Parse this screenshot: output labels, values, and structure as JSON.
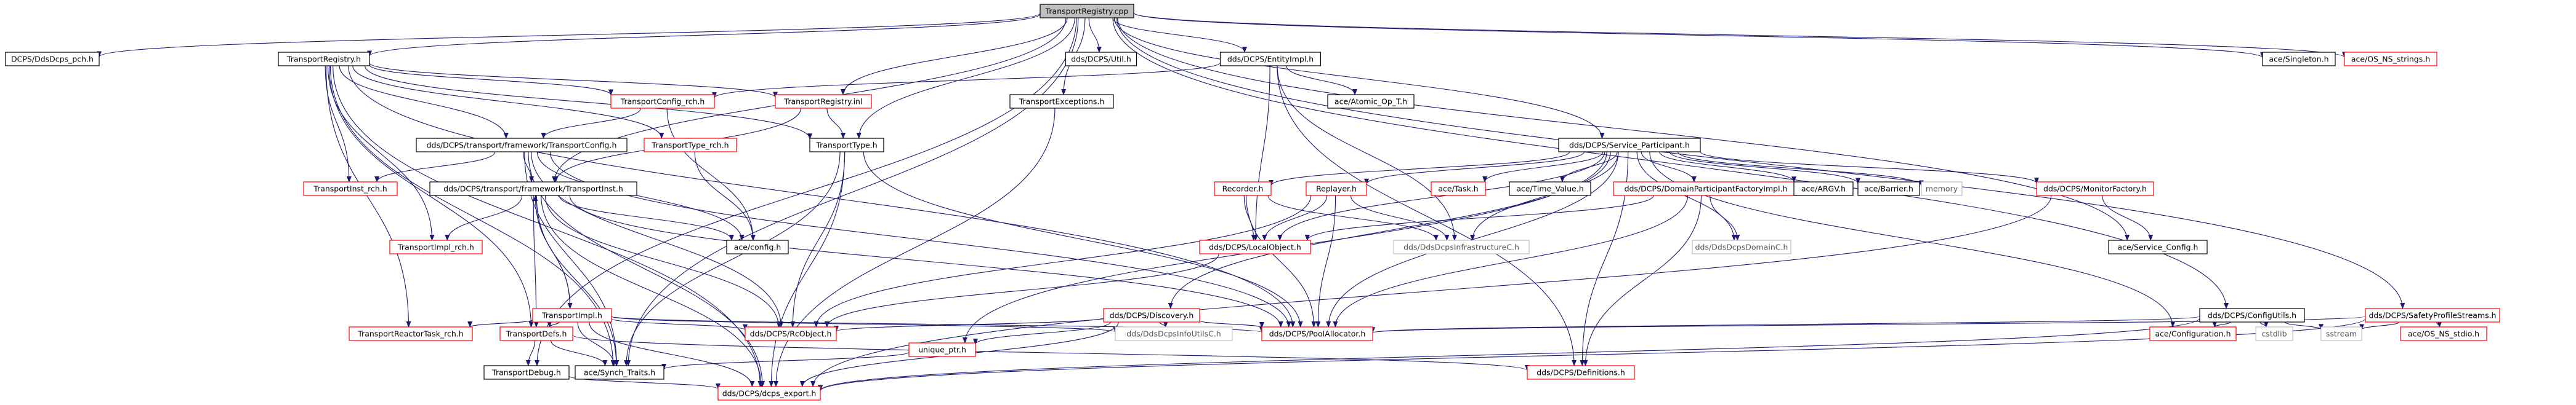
{
  "colors": {
    "edge": "#191970",
    "root_fill": "#bfbfbf",
    "root_stroke": "#000000",
    "linked_stroke": "#000000",
    "missing_stroke": "#ff0000",
    "external_stroke": "#bfbfbf",
    "text": "#000000",
    "text_external": "#555555"
  },
  "nodes": {
    "root": {
      "label": "TransportRegistry.cpp",
      "kind": "root"
    },
    "pch": {
      "label": "DCPS/DdsDcps_pch.h",
      "kind": "linked"
    },
    "reg_h": {
      "label": "TransportRegistry.h",
      "kind": "linked"
    },
    "util": {
      "label": "dds/DCPS/Util.h",
      "kind": "linked"
    },
    "entity": {
      "label": "dds/DCPS/EntityImpl.h",
      "kind": "linked"
    },
    "singleton": {
      "label": "ace/Singleton.h",
      "kind": "linked"
    },
    "os_ns_strings": {
      "label": "ace/OS_NS_strings.h",
      "kind": "missing"
    },
    "config_rch": {
      "label": "TransportConfig_rch.h",
      "kind": "missing"
    },
    "reg_inl": {
      "label": "TransportRegistry.inl",
      "kind": "missing"
    },
    "exceptions": {
      "label": "TransportExceptions.h",
      "kind": "linked"
    },
    "atomic": {
      "label": "ace/Atomic_Op_T.h",
      "kind": "linked"
    },
    "tconfig": {
      "label": "dds/DCPS/transport/framework/TransportConfig.h",
      "kind": "linked"
    },
    "ttype_rch": {
      "label": "TransportType_rch.h",
      "kind": "missing"
    },
    "ttype": {
      "label": "TransportType.h",
      "kind": "linked"
    },
    "service": {
      "label": "dds/DCPS/Service_Participant.h",
      "kind": "linked"
    },
    "tinst_rch": {
      "label": "TransportInst_rch.h",
      "kind": "missing"
    },
    "tinst": {
      "label": "dds/DCPS/transport/framework/TransportInst.h",
      "kind": "linked"
    },
    "timpl_rch": {
      "label": "TransportImpl_rch.h",
      "kind": "missing"
    },
    "timpl": {
      "label": "TransportImpl.h",
      "kind": "missing"
    },
    "reactor_rch": {
      "label": "TransportReactorTask_rch.h",
      "kind": "missing"
    },
    "tdefs": {
      "label": "TransportDefs.h",
      "kind": "missing"
    },
    "tdebug": {
      "label": "TransportDebug.h",
      "kind": "linked"
    },
    "rcobject": {
      "label": "dds/DCPS/RcObject.h",
      "kind": "missing"
    },
    "synch": {
      "label": "ace/Synch_Traits.h",
      "kind": "linked"
    },
    "export": {
      "label": "dds/DCPS/dcps_export.h",
      "kind": "missing"
    },
    "ace_config": {
      "label": "ace/config.h",
      "kind": "linked"
    },
    "recorder": {
      "label": "Recorder.h",
      "kind": "missing"
    },
    "replayer": {
      "label": "Replayer.h",
      "kind": "missing"
    },
    "task": {
      "label": "ace/Task.h",
      "kind": "missing"
    },
    "timevalue": {
      "label": "ace/Time_Value.h",
      "kind": "linked"
    },
    "dpfactory": {
      "label": "dds/DCPS/DomainParticipantFactoryImpl.h",
      "kind": "missing"
    },
    "argv": {
      "label": "ace/ARGV.h",
      "kind": "linked"
    },
    "barrier": {
      "label": "ace/Barrier.h",
      "kind": "linked"
    },
    "memory": {
      "label": "memory",
      "kind": "external"
    },
    "monitor": {
      "label": "dds/DCPS/MonitorFactory.h",
      "kind": "missing"
    },
    "localobj": {
      "label": "dds/DCPS/LocalObject.h",
      "kind": "missing"
    },
    "discovery": {
      "label": "dds/DCPS/Discovery.h",
      "kind": "missing"
    },
    "infraC": {
      "label": "dds/DdsDcpsInfrastructureC.h",
      "kind": "external"
    },
    "domainC": {
      "label": "dds/DdsDcpsDomainC.h",
      "kind": "external"
    },
    "service_config": {
      "label": "ace/Service_Config.h",
      "kind": "linked"
    },
    "configutils": {
      "label": "dds/DCPS/ConfigUtils.h",
      "kind": "linked"
    },
    "safety": {
      "label": "dds/DCPS/SafetyProfileStreams.h",
      "kind": "missing"
    },
    "unique_ptr": {
      "label": "unique_ptr.h",
      "kind": "missing"
    },
    "infoutils": {
      "label": "dds/DdsDcpsInfoUtilsC.h",
      "kind": "external"
    },
    "poolalloc": {
      "label": "dds/DCPS/PoolAllocator.h",
      "kind": "missing"
    },
    "ace_configuration": {
      "label": "ace/Configuration.h",
      "kind": "missing"
    },
    "cstdlib": {
      "label": "cstdlib",
      "kind": "external"
    },
    "sstream": {
      "label": "sstream",
      "kind": "external"
    },
    "os_ns_stdio": {
      "label": "ace/OS_NS_stdio.h",
      "kind": "missing"
    },
    "definitions": {
      "label": "dds/DCPS/Definitions.h",
      "kind": "missing"
    }
  },
  "edges": [
    [
      "root",
      "pch"
    ],
    [
      "root",
      "reg_h"
    ],
    [
      "root",
      "util"
    ],
    [
      "root",
      "entity"
    ],
    [
      "root",
      "singleton"
    ],
    [
      "root",
      "os_ns_strings"
    ],
    [
      "root",
      "reg_inl"
    ],
    [
      "root",
      "exceptions"
    ],
    [
      "root",
      "ttype"
    ],
    [
      "root",
      "service"
    ],
    [
      "root",
      "tinst"
    ],
    [
      "root",
      "configutils"
    ],
    [
      "root",
      "safety"
    ],
    [
      "root",
      "service_config"
    ],
    [
      "root",
      "tdebug"
    ],
    [
      "root",
      "synch"
    ],
    [
      "reg_h",
      "config_rch"
    ],
    [
      "reg_h",
      "reg_inl"
    ],
    [
      "reg_h",
      "tconfig"
    ],
    [
      "reg_h",
      "ttype_rch"
    ],
    [
      "reg_h",
      "ttype"
    ],
    [
      "reg_h",
      "tinst_rch"
    ],
    [
      "reg_h",
      "timpl_rch"
    ],
    [
      "reg_h",
      "tdefs"
    ],
    [
      "reg_h",
      "reactor_rch"
    ],
    [
      "reg_h",
      "export"
    ],
    [
      "reg_h",
      "poolalloc"
    ],
    [
      "reg_h",
      "synch"
    ],
    [
      "entity",
      "config_rch"
    ],
    [
      "entity",
      "atomic"
    ],
    [
      "entity",
      "localobj"
    ],
    [
      "entity",
      "infraC"
    ],
    [
      "entity",
      "definitions"
    ],
    [
      "config_rch",
      "tconfig"
    ],
    [
      "config_rch",
      "ace_config"
    ],
    [
      "reg_inl",
      "ttype"
    ],
    [
      "reg_inl",
      "tinst"
    ],
    [
      "exceptions",
      "export"
    ],
    [
      "tconfig",
      "tinst_rch"
    ],
    [
      "tconfig",
      "tinst"
    ],
    [
      "tconfig",
      "export"
    ],
    [
      "tconfig",
      "rcobject"
    ],
    [
      "tconfig",
      "poolalloc"
    ],
    [
      "tconfig",
      "synch"
    ],
    [
      "tconfig",
      "ace_config"
    ],
    [
      "ttype_rch",
      "ace_config"
    ],
    [
      "ttype",
      "rcobject"
    ],
    [
      "ttype",
      "synch"
    ],
    [
      "ttype",
      "export"
    ],
    [
      "ttype",
      "poolalloc"
    ],
    [
      "tinst",
      "timpl_rch"
    ],
    [
      "tinst",
      "timpl"
    ],
    [
      "tinst",
      "tdefs"
    ],
    [
      "tinst",
      "rcobject"
    ],
    [
      "tinst",
      "synch"
    ],
    [
      "tinst",
      "export"
    ],
    [
      "tinst",
      "ace_config"
    ],
    [
      "tinst",
      "poolalloc"
    ],
    [
      "timpl",
      "tinst"
    ],
    [
      "timpl",
      "reactor_rch"
    ],
    [
      "timpl",
      "tdefs"
    ],
    [
      "timpl",
      "rcobject"
    ],
    [
      "timpl",
      "synch"
    ],
    [
      "timpl",
      "export"
    ],
    [
      "timpl",
      "poolalloc"
    ],
    [
      "timpl",
      "infoutils"
    ],
    [
      "tdefs",
      "tdebug"
    ],
    [
      "tdefs",
      "synch"
    ],
    [
      "tdefs",
      "definitions"
    ],
    [
      "tdebug",
      "export"
    ],
    [
      "service",
      "recorder"
    ],
    [
      "service",
      "replayer"
    ],
    [
      "service",
      "task"
    ],
    [
      "service",
      "timevalue"
    ],
    [
      "service",
      "dpfactory"
    ],
    [
      "service",
      "argv"
    ],
    [
      "service",
      "barrier"
    ],
    [
      "service",
      "memory"
    ],
    [
      "service",
      "monitor"
    ],
    [
      "service",
      "discovery"
    ],
    [
      "service",
      "infraC"
    ],
    [
      "service",
      "domainC"
    ],
    [
      "service",
      "poolalloc"
    ],
    [
      "service",
      "ace_configuration"
    ],
    [
      "service",
      "definitions"
    ],
    [
      "service",
      "localobj"
    ],
    [
      "service",
      "unique_ptr"
    ],
    [
      "recorder",
      "localobj"
    ],
    [
      "recorder",
      "infraC"
    ],
    [
      "recorder",
      "poolalloc"
    ],
    [
      "replayer",
      "localobj"
    ],
    [
      "replayer",
      "infraC"
    ],
    [
      "replayer",
      "poolalloc"
    ],
    [
      "replayer",
      "rcobject"
    ],
    [
      "dpfactory",
      "localobj"
    ],
    [
      "dpfactory",
      "domainC"
    ],
    [
      "dpfactory",
      "poolalloc"
    ],
    [
      "dpfactory",
      "definitions"
    ],
    [
      "monitor",
      "service_config"
    ],
    [
      "monitor",
      "export"
    ],
    [
      "localobj",
      "rcobject"
    ],
    [
      "discovery",
      "rcobject"
    ],
    [
      "discovery",
      "unique_ptr"
    ],
    [
      "discovery",
      "infoutils"
    ],
    [
      "discovery",
      "poolalloc"
    ],
    [
      "discovery",
      "export"
    ],
    [
      "unique_ptr",
      "synch"
    ],
    [
      "configutils",
      "poolalloc"
    ],
    [
      "configutils",
      "ace_configuration"
    ],
    [
      "configutils",
      "cstdlib"
    ],
    [
      "configutils",
      "sstream"
    ],
    [
      "configutils",
      "export"
    ],
    [
      "safety",
      "poolalloc"
    ],
    [
      "safety",
      "sstream"
    ],
    [
      "safety",
      "os_ns_stdio"
    ],
    [
      "safety",
      "export"
    ]
  ]
}
